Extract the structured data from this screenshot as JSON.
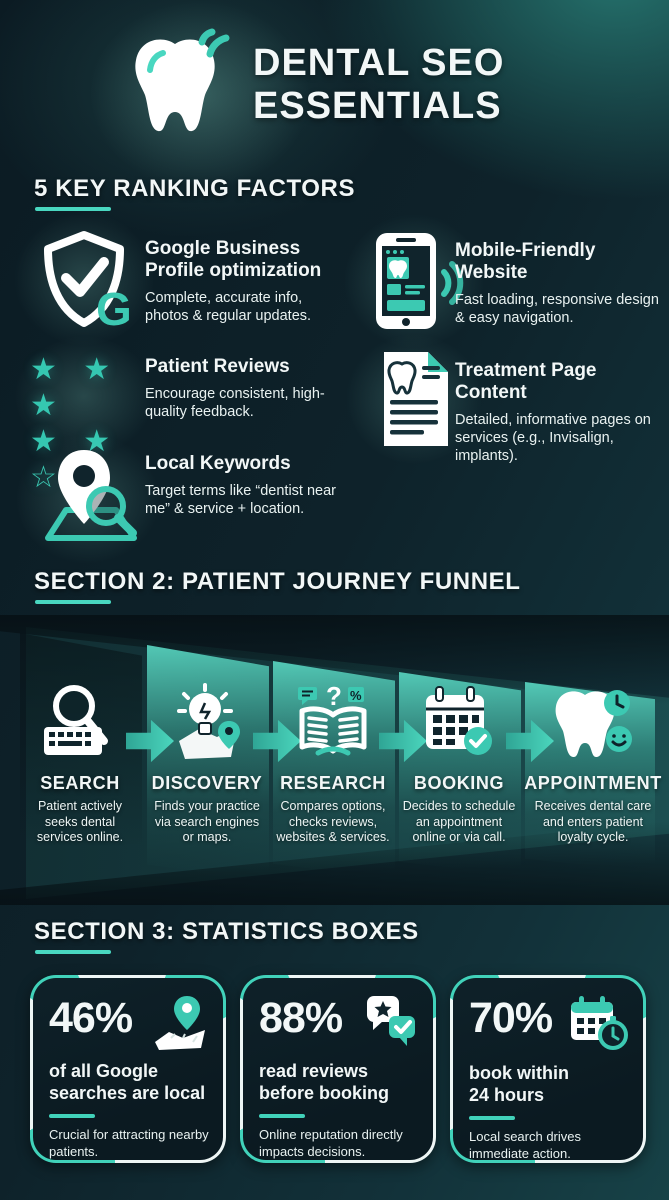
{
  "colors": {
    "accent": "#41d2ba",
    "accent_bright": "#49d7c0",
    "background_dark": "#0b1b23",
    "background_teal": "#267670",
    "white": "#f2f7f7"
  },
  "header": {
    "title_line1": "DENTAL SEO",
    "title_line2": "ESSENTIALS",
    "logo_icon": "tooth-signal-icon"
  },
  "icons": {
    "stars_row1": "★ ★ ★",
    "stars_row2": "★ ★ ☆",
    "google_g": "G",
    "question_mark": "?",
    "percent_sign": "%"
  },
  "section1": {
    "heading": "5 KEY RANKING FACTORS",
    "factors": [
      {
        "icon": "shield-check-google-icon",
        "title": "Google Business Profile optimization",
        "desc": "Complete, accurate info, photos & regular updates."
      },
      {
        "icon": "mobile-phone-icon",
        "title": "Mobile-Friendly Website",
        "desc": "Fast loading, responsive design & easy navigation."
      },
      {
        "icon": "star-rating-icon",
        "title": "Patient Reviews",
        "desc": "Encourage consistent, high-quality feedback."
      },
      {
        "icon": "treatment-document-icon",
        "title": "Treatment Page Content",
        "desc": "Detailed, informative pages on services (e.g., Invisalign, implants)."
      },
      {
        "icon": "map-pin-search-icon",
        "title": "Local Keywords",
        "desc": "Target terms like “dentist near me” & service + location."
      }
    ]
  },
  "section2": {
    "heading": "SECTION 2: PATIENT JOURNEY FUNNEL",
    "stages": [
      {
        "icon": "search-keyboard-icon",
        "label": "SEARCH",
        "desc": "Patient actively seeks dental services online."
      },
      {
        "icon": "lightbulb-map-icon",
        "label": "DISCOVERY",
        "desc": "Finds your practice via search engines or maps."
      },
      {
        "icon": "open-book-icon",
        "label": "RESEARCH",
        "desc": "Compares options, checks reviews, websites & services."
      },
      {
        "icon": "calendar-check-icon",
        "label": "BOOKING",
        "desc": "Decides to schedule an appointment online or via call."
      },
      {
        "icon": "tooth-clock-smile-icon",
        "label": "APPOINTMENT",
        "desc": "Receives dental care and enters patient loyalty cycle."
      }
    ]
  },
  "section3": {
    "heading": "SECTION 3: STATISTICS BOXES",
    "stats": [
      {
        "icon": "map-location-pin-icon",
        "value": "46%",
        "title": "of all Google searches are local",
        "desc": "Crucial for attracting nearby patients."
      },
      {
        "icon": "review-bubbles-icon",
        "value": "88%",
        "title": "read reviews before booking",
        "desc": "Online reputation directly impacts decisions."
      },
      {
        "icon": "calendar-stopwatch-icon",
        "value": "70%",
        "title": "book within 24 hours",
        "desc": "Local search drives immediate action."
      }
    ]
  }
}
